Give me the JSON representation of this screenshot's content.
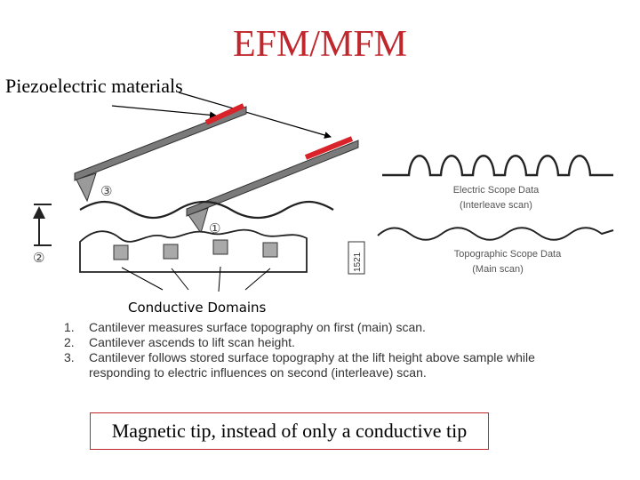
{
  "slide": {
    "title": "EFM/MFM",
    "piezo_label": "Piezoelectric materials",
    "conductive_label": "Conductive Domains",
    "figure_number": "1521",
    "markers": {
      "step3": "③",
      "step1": "①",
      "step2": "②"
    },
    "electric_scope": [
      "Electric Scope Data",
      "(Interleave scan)"
    ],
    "topographic_scope": [
      "Topographic Scope Data",
      "(Main scan)"
    ],
    "steps": [
      {
        "num": "1.",
        "text": "Cantilever measures surface topography on first (main) scan."
      },
      {
        "num": "2.",
        "text": "Cantilever ascends to lift scan height."
      },
      {
        "num": "3.",
        "text": "Cantilever follows stored surface topography at the lift height above sample while responding to electric influences on second (interleave) scan."
      }
    ],
    "note": "Magnetic tip, instead of only a conductive tip",
    "colors": {
      "title": "#c0272d",
      "piezo": "#d9232a",
      "cantilever": "#7a7a7a",
      "domain": "#a9a9a9"
    }
  }
}
